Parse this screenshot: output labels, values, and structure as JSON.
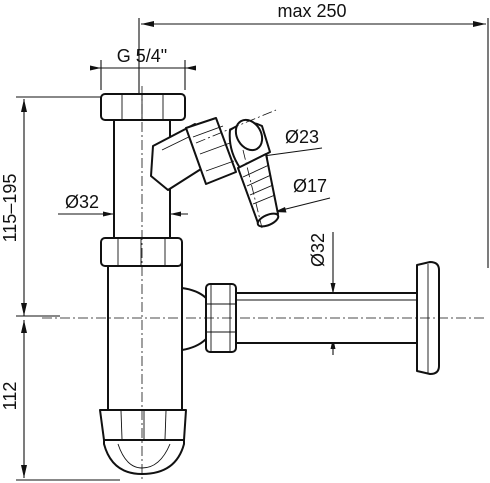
{
  "drawing": {
    "dimensions": {
      "max_width": "max 250",
      "inlet_thread": "G 5/4\"",
      "vertical_upper": "115–195",
      "vertical_lower": "112",
      "tube_diameter_left": "Ø32",
      "tube_diameter_right": "Ø32",
      "hose_outer": "Ø23",
      "hose_inner": "Ø17"
    }
  }
}
